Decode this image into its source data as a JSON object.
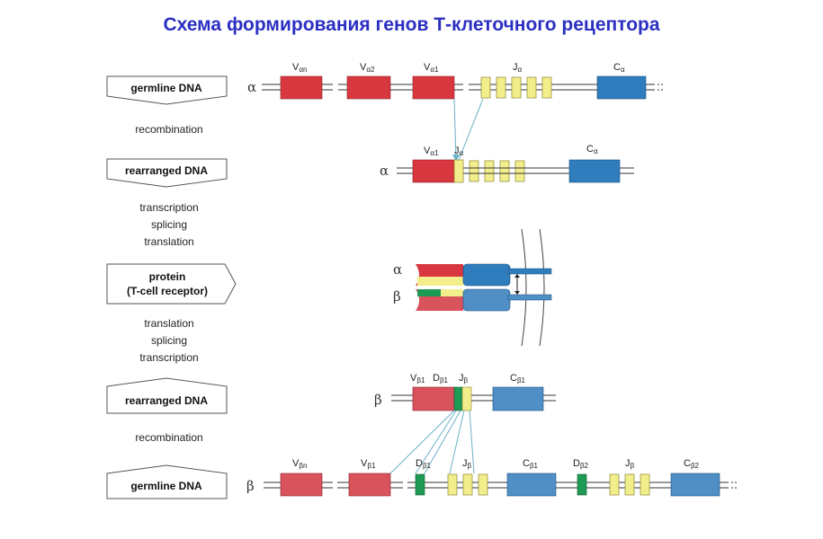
{
  "title": "Схема формирования генов Т-клеточного рецептора",
  "stages": [
    {
      "label": "germline DNA"
    },
    {
      "label": "rearranged DNA"
    },
    {
      "label": "protein",
      "label2": "(T-cell receptor)"
    },
    {
      "label": "rearranged DNA"
    },
    {
      "label": "germline DNA"
    }
  ],
  "steps": {
    "recombination_top": "recombination",
    "expression_down": [
      "transcription",
      "splicing",
      "translation"
    ],
    "expression_up": [
      "translation",
      "splicing",
      "transcription"
    ],
    "recombination_bottom": "recombination"
  },
  "chains": {
    "alpha": "α",
    "beta": "β"
  },
  "alpha_germline": [
    {
      "base": "V",
      "sub": "αn"
    },
    {
      "base": "V",
      "sub": "α2"
    },
    {
      "base": "V",
      "sub": "α1"
    },
    {
      "base": "J",
      "sub": "α"
    },
    {
      "base": "C",
      "sub": "α"
    }
  ],
  "alpha_rearranged": [
    {
      "base": "V",
      "sub": "α1"
    },
    {
      "base": "J",
      "sub": "α"
    },
    {
      "base": "C",
      "sub": "α"
    }
  ],
  "beta_rearranged": [
    {
      "base": "V",
      "sub": "β1"
    },
    {
      "base": "D",
      "sub": "β1"
    },
    {
      "base": "J",
      "sub": "β"
    },
    {
      "base": "C",
      "sub": "β1"
    }
  ],
  "beta_germline": [
    {
      "base": "V",
      "sub": "βn"
    },
    {
      "base": "V",
      "sub": "β1"
    },
    {
      "base": "D",
      "sub": "β1"
    },
    {
      "base": "J",
      "sub": "β"
    },
    {
      "base": "C",
      "sub": "β1"
    },
    {
      "base": "D",
      "sub": "β2"
    },
    {
      "base": "J",
      "sub": "β"
    },
    {
      "base": "C",
      "sub": "β2"
    }
  ],
  "colors": {
    "title": "#2b2fc2",
    "alpha_v": "#d9373f",
    "beta_v": "#d9535d",
    "j": "#f3ee8c",
    "d": "#1f9a54",
    "c": "#2f7dbd",
    "c_light": "#4f8fc6",
    "link": "#6ab0c9"
  }
}
